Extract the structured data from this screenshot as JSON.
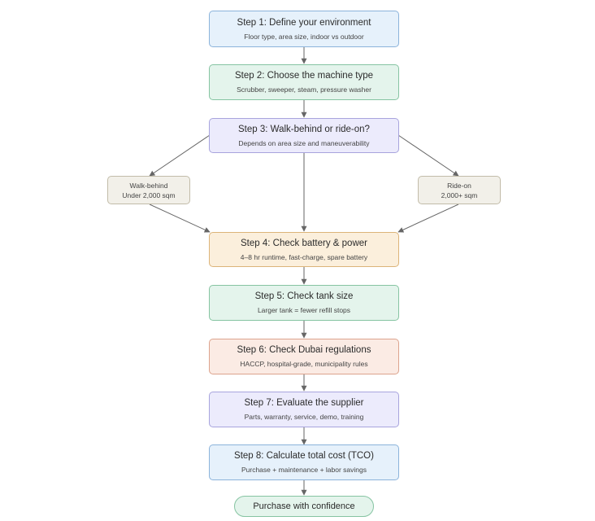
{
  "colors": {
    "edge": "#666666",
    "blue": {
      "fill": "#e6f1fb",
      "stroke": "#8bb3db"
    },
    "green": {
      "fill": "#e4f4ec",
      "stroke": "#86c4a2"
    },
    "purple": {
      "fill": "#ecebfc",
      "stroke": "#a8a4dd"
    },
    "gray": {
      "fill": "#f2f0e9",
      "stroke": "#c2bca9"
    },
    "amber": {
      "fill": "#fbefdc",
      "stroke": "#dcb479"
    },
    "coral": {
      "fill": "#fbebe4",
      "stroke": "#dca38d"
    }
  },
  "nodes": {
    "step1": {
      "title": "Step 1: Define your environment",
      "sub": "Floor type, area size, indoor vs outdoor"
    },
    "step2": {
      "title": "Step 2: Choose the machine type",
      "sub": "Scrubber, sweeper, steam, pressure washer"
    },
    "step3": {
      "title": "Step 3: Walk-behind or ride-on?",
      "sub": "Depends on area size and maneuverability"
    },
    "walk": {
      "title": "Walk-behind",
      "sub": "Under 2,000 sqm"
    },
    "ride": {
      "title": "Ride-on",
      "sub": "2,000+ sqm"
    },
    "step4": {
      "title": "Step 4: Check battery & power",
      "sub": "4–8 hr runtime, fast-charge, spare battery"
    },
    "step5": {
      "title": "Step 5: Check tank size",
      "sub": "Larger tank = fewer refill stops"
    },
    "step6": {
      "title": "Step 6: Check Dubai regulations",
      "sub": "HACCP, hospital-grade, municipality rules"
    },
    "step7": {
      "title": "Step 7: Evaluate the supplier",
      "sub": "Parts, warranty, service, demo, training"
    },
    "step8": {
      "title": "Step 8: Calculate total cost (TCO)",
      "sub": "Purchase + maintenance + labor savings"
    },
    "end": {
      "title": "Purchase with confidence"
    }
  }
}
